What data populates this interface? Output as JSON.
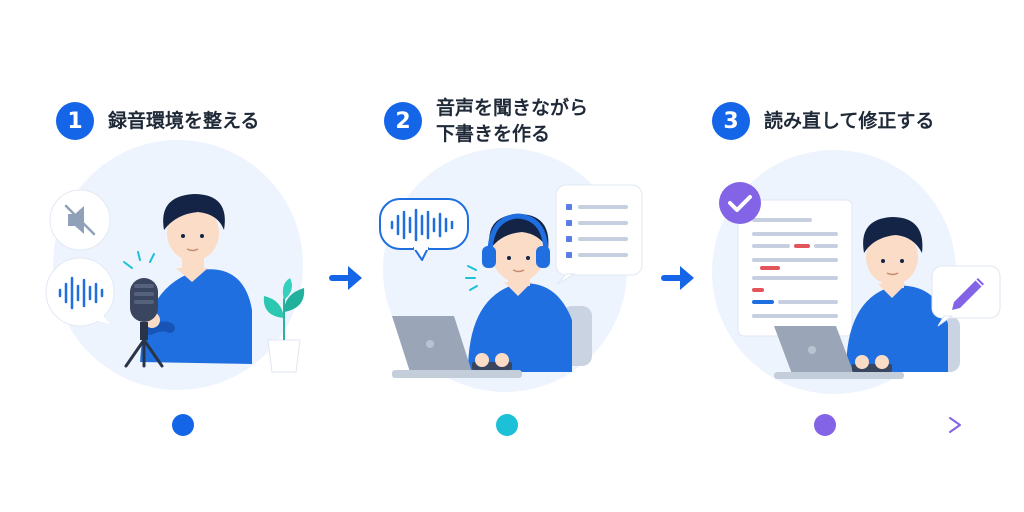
{
  "colors": {
    "blue": "#1565e8",
    "teal": "#1cc1d8",
    "purple": "#8464e6",
    "shirt": "#1f6fe0",
    "hair": "#132447",
    "skin": "#fbdcc7",
    "circle_bg": "#eef4fd"
  },
  "steps": [
    {
      "number": "1",
      "title_lines": [
        "録音環境を整える"
      ]
    },
    {
      "number": "2",
      "title_lines": [
        "音声を聞きながら",
        "下書きを作る"
      ]
    },
    {
      "number": "3",
      "title_lines": [
        "読み直して修正する"
      ]
    }
  ],
  "icons": {
    "step1": [
      "mute-speaker-icon",
      "sound-wave-icon",
      "microphone-icon",
      "plant-icon"
    ],
    "step2": [
      "headphones-icon",
      "sound-wave-bubble-icon",
      "list-document-icon",
      "laptop-icon"
    ],
    "step3": [
      "checkmark-icon",
      "document-icon",
      "pencil-icon",
      "laptop-icon"
    ],
    "connectors": [
      "arrow-right-icon",
      "arrow-right-icon"
    ]
  }
}
